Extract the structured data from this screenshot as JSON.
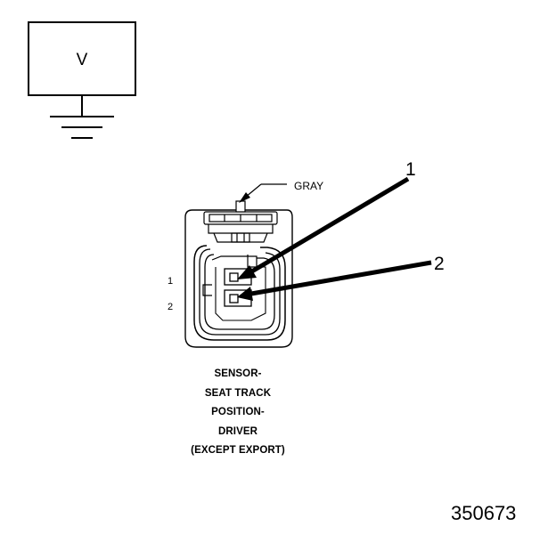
{
  "meter": {
    "label": "V"
  },
  "connector": {
    "color_label": "GRAY",
    "pins": [
      "1",
      "2"
    ]
  },
  "callouts": [
    "1",
    "2"
  ],
  "caption": {
    "lines": [
      "SENSOR-",
      "SEAT TRACK",
      "POSITION-",
      "DRIVER",
      "(EXCEPT EXPORT)"
    ]
  },
  "figure_number": "350673",
  "colors": {
    "ink": "#000000",
    "paper": "#ffffff"
  }
}
